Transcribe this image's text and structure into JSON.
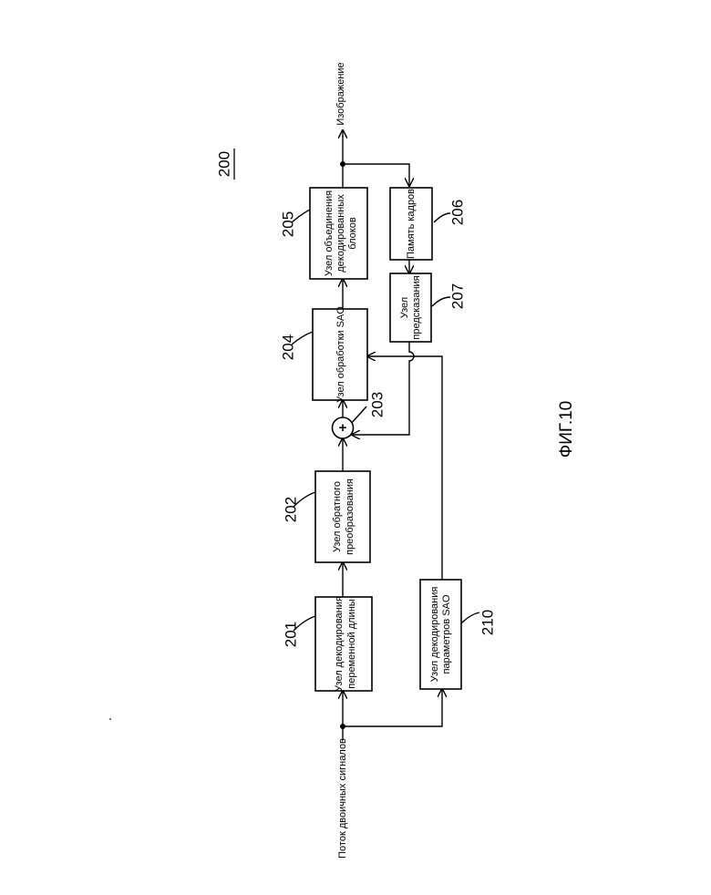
{
  "diagram": {
    "ref_number": "200",
    "figure_caption": "ФИГ.10",
    "input_label": "Поток двоичных сигналов",
    "output_label": "Изображение",
    "blocks": {
      "b201": {
        "number": "201",
        "line1": "Узел декодирования",
        "line2": "переменной длины"
      },
      "b202": {
        "number": "202",
        "line1": "Узел обратного",
        "line2": "преобразования"
      },
      "b203": {
        "number": "203",
        "symbol": "+"
      },
      "b204": {
        "number": "204",
        "line1": "Узел обработки SAO"
      },
      "b205": {
        "number": "205",
        "line1": "Узел объединения",
        "line2": "декодированных",
        "line3": "блоков"
      },
      "b206": {
        "number": "206",
        "line1": "Память кадров"
      },
      "b207": {
        "number": "207",
        "line1": "Узел",
        "line2": "предсказания"
      },
      "b210": {
        "number": "210",
        "line1": "Узел декодирования",
        "line2": "параметров SAO"
      }
    }
  }
}
